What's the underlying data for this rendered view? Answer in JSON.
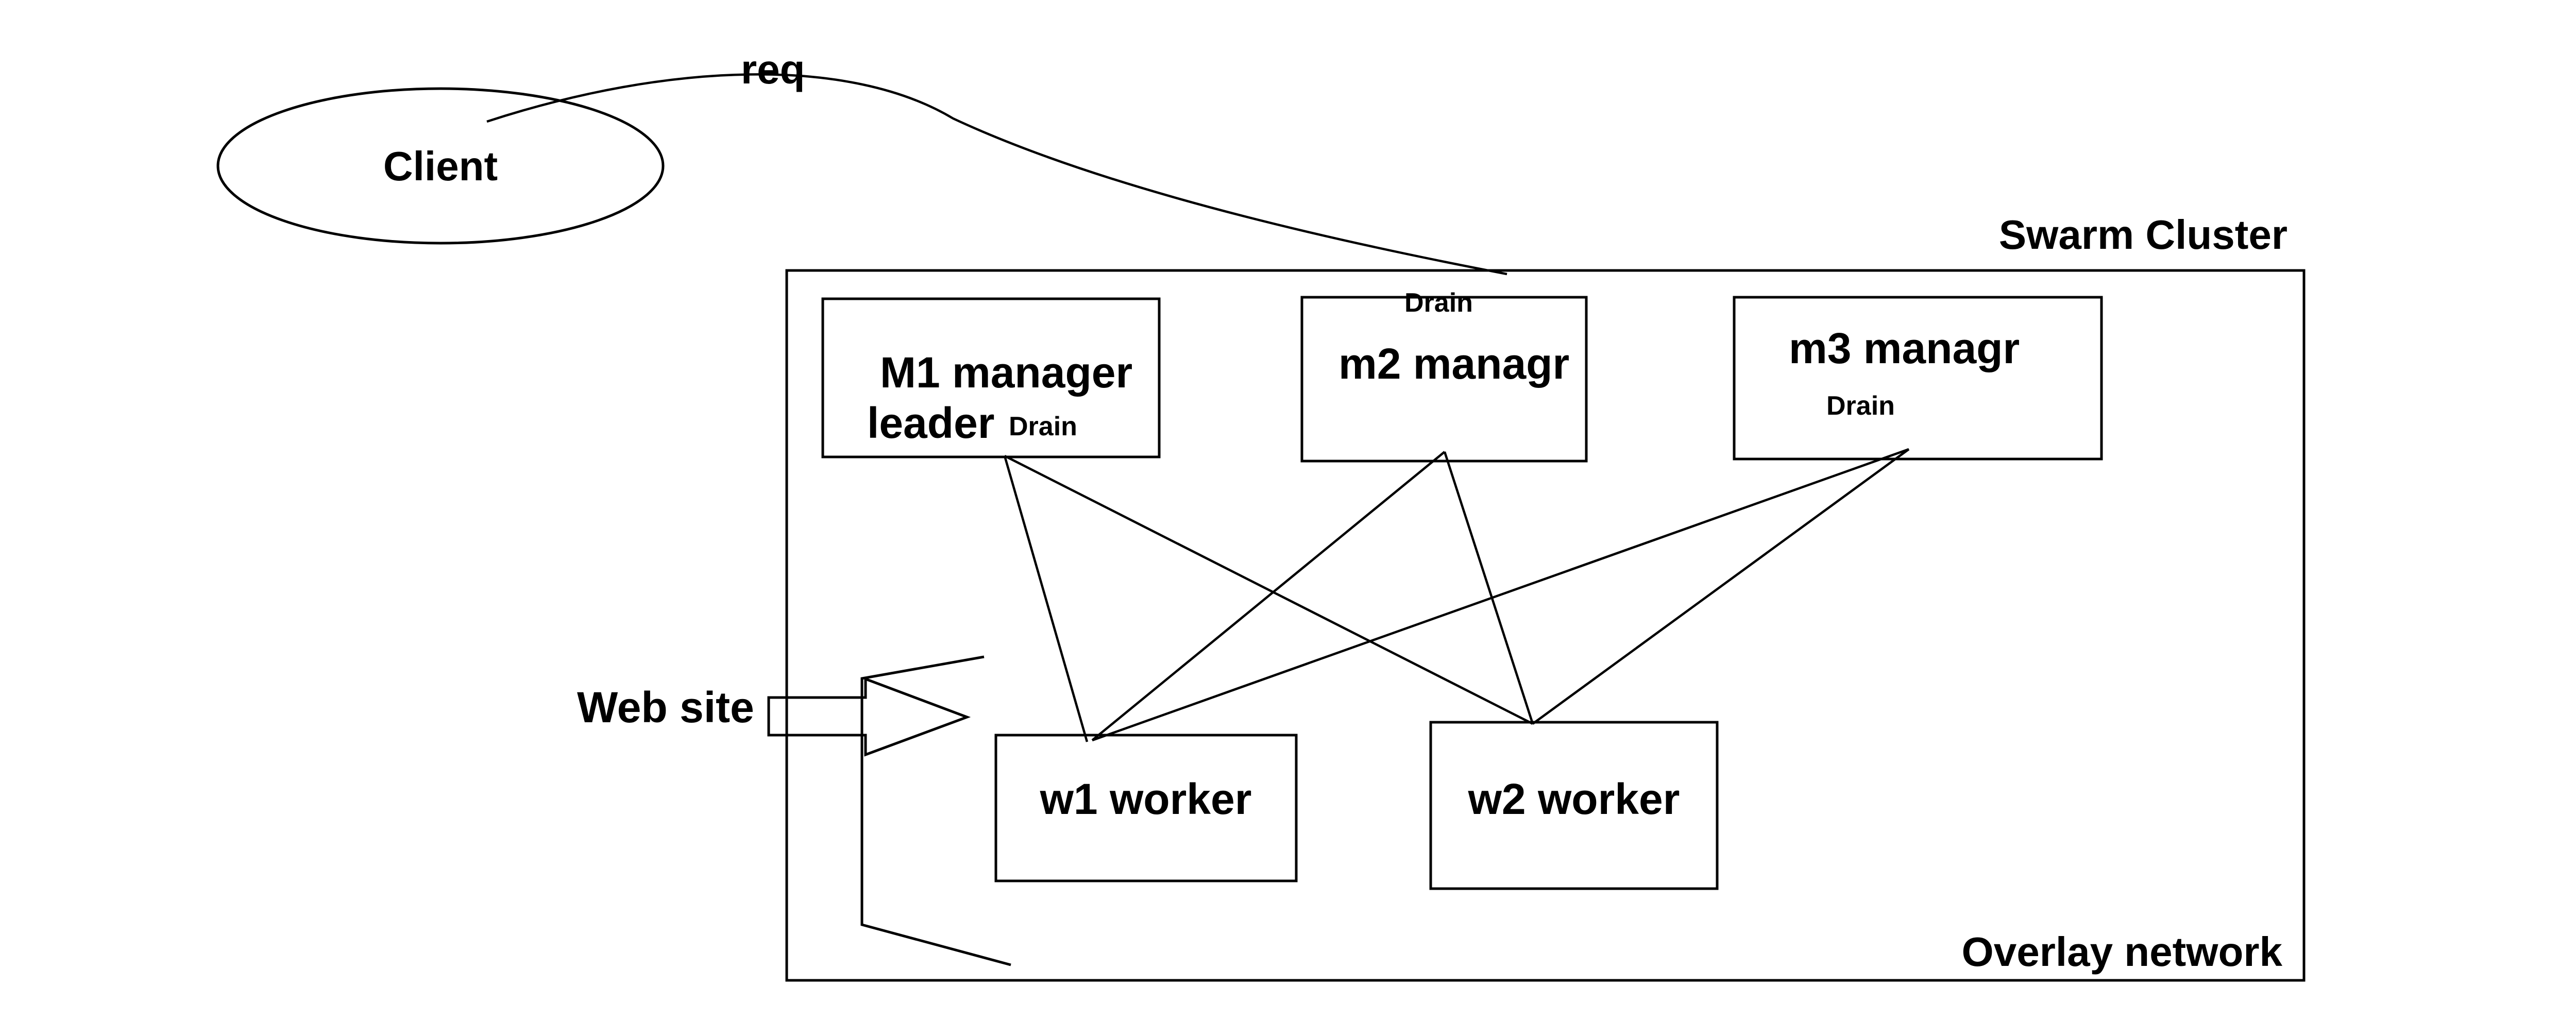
{
  "labels": {
    "client": "Client",
    "request": "req",
    "cluster": "Swarm Cluster",
    "network": "Overlay network",
    "website": "Web site"
  },
  "nodes": {
    "m1": {
      "title": "M1 manager",
      "role": "leader",
      "status": "Drain"
    },
    "m2": {
      "title": "m2 managr",
      "status": "Drain"
    },
    "m3": {
      "title": "m3 managr",
      "status": "Drain"
    },
    "w1": {
      "title": "w1 worker"
    },
    "w2": {
      "title": "w2 worker"
    }
  },
  "colors": {
    "stroke": "#000000",
    "background": "#ffffff"
  }
}
